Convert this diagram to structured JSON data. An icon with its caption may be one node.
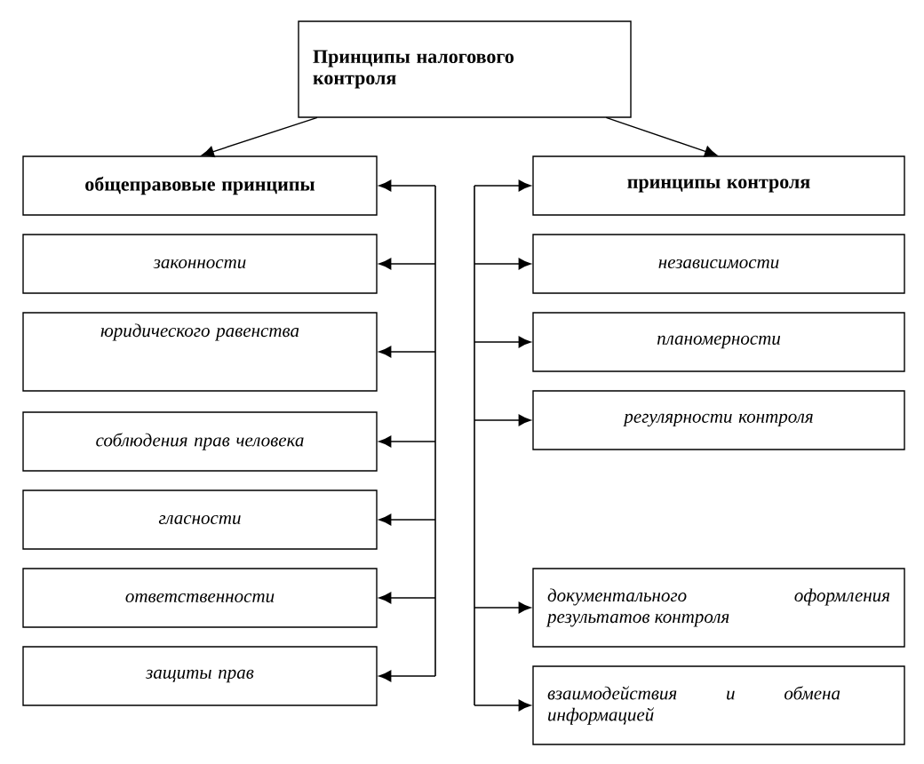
{
  "diagram": {
    "nodes": [
      {
        "text": [
          "Принципы налогового контроля"
        ]
      },
      {
        "text": [
          "общеправовые принципы"
        ]
      },
      {
        "text": [
          "законности"
        ]
      },
      {
        "text": [
          "юридического равенства"
        ]
      },
      {
        "text": [
          "соблюдения прав человека"
        ]
      },
      {
        "text": [
          "гласности"
        ]
      },
      {
        "text": [
          "ответственности"
        ]
      },
      {
        "text": [
          "защиты прав"
        ]
      },
      {
        "text": [
          "принципы контроля"
        ]
      },
      {
        "text": [
          "независимости"
        ]
      },
      {
        "text": [
          "планомерности"
        ]
      },
      {
        "text": [
          "регулярности контроля"
        ]
      },
      {
        "text": [
          "документального оформления результатов контроля"
        ]
      },
      {
        "text": [
          "взаимодействия и обмена информацией"
        ]
      }
    ],
    "edges": [
      {
        "from": 0,
        "to": 1,
        "arrow": "to"
      },
      {
        "from": 0,
        "to": 8,
        "arrow": "to"
      },
      {
        "from": null,
        "to": 1,
        "arrow": "to"
      },
      {
        "from": null,
        "to": 2,
        "arrow": "to"
      },
      {
        "from": null,
        "to": 3,
        "arrow": "to"
      },
      {
        "from": null,
        "to": 4,
        "arrow": "to"
      },
      {
        "from": null,
        "to": 5,
        "arrow": "to"
      },
      {
        "from": null,
        "to": 6,
        "arrow": "to"
      },
      {
        "from": null,
        "to": 7,
        "arrow": "to"
      },
      {
        "from": null,
        "to": 8,
        "arrow": "to"
      },
      {
        "from": null,
        "to": 9,
        "arrow": "to"
      },
      {
        "from": null,
        "to": 10,
        "arrow": "to"
      },
      {
        "from": null,
        "to": 11,
        "arrow": "to"
      },
      {
        "from": null,
        "to": 12,
        "arrow": "to"
      },
      {
        "from": null,
        "to": 13,
        "arrow": "to"
      }
    ]
  }
}
